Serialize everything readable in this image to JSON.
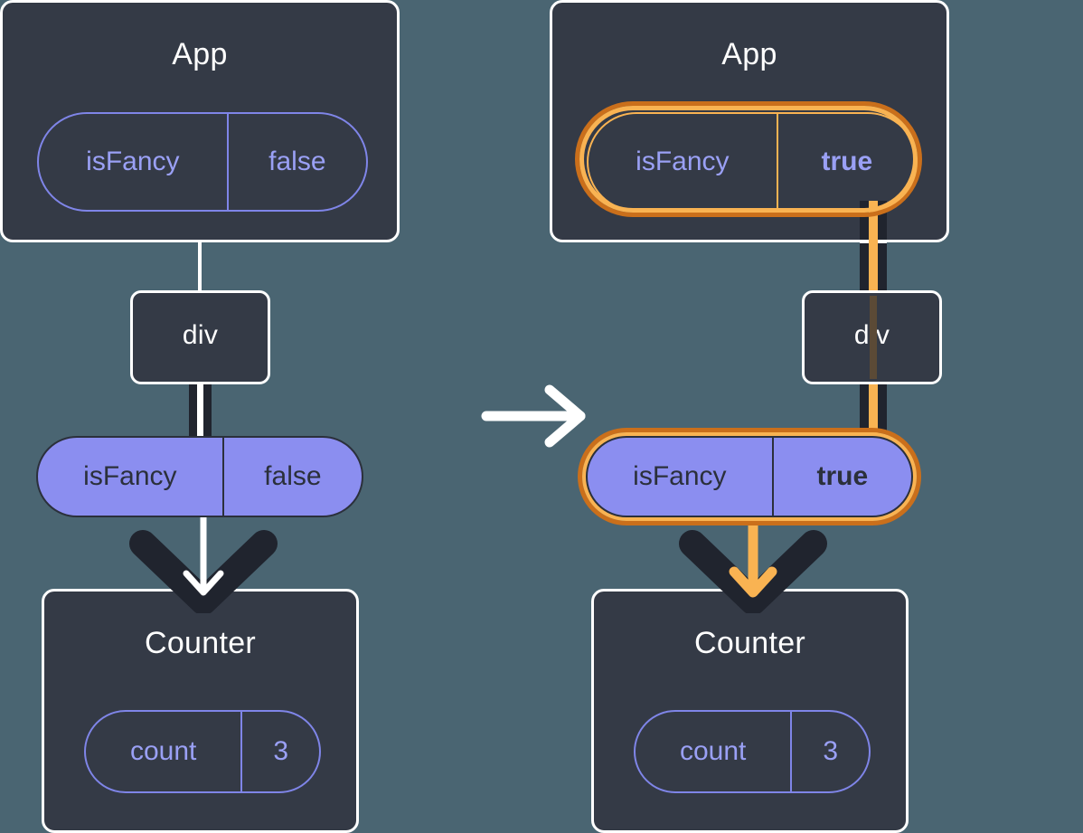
{
  "diagram": {
    "type": "react-state-propagation",
    "background_color": "#4a6572",
    "transition_icon": "right-arrow-icon",
    "colors": {
      "box_fill": "#343a46",
      "box_border": "#ffffff",
      "state_pill_border": "#7f85e8",
      "state_pill_text": "#9aa0f5",
      "prop_pill_fill": "#8b8ef0",
      "prop_pill_text": "#2b303b",
      "highlight_outer": "#ca6f1b",
      "highlight_inner": "#f9b352",
      "sparkle": "#f9b352",
      "connector_dark": "#20242e",
      "connector_light": "#ffffff"
    }
  },
  "panels": [
    {
      "id": "before",
      "highlighted": false,
      "app": {
        "title": "App",
        "state": {
          "key": "isFancy",
          "value": "false",
          "bold_value": false,
          "highlighted": false
        }
      },
      "div": {
        "title": "div"
      },
      "prop": {
        "key": "isFancy",
        "value": "false",
        "bold_value": false,
        "highlighted": false
      },
      "counter": {
        "title": "Counter",
        "state": {
          "key": "count",
          "value": "3",
          "bold_value": false,
          "highlighted": false
        }
      },
      "arrow_color": "#ffffff",
      "sparkles": false
    },
    {
      "id": "after",
      "highlighted": true,
      "app": {
        "title": "App",
        "state": {
          "key": "isFancy",
          "value": "true",
          "bold_value": true,
          "highlighted": true
        }
      },
      "div": {
        "title": "div"
      },
      "prop": {
        "key": "isFancy",
        "value": "true",
        "bold_value": true,
        "highlighted": true
      },
      "counter": {
        "title": "Counter",
        "state": {
          "key": "count",
          "value": "3",
          "bold_value": false,
          "highlighted": false
        }
      },
      "arrow_color": "#f9b352",
      "sparkles": true
    }
  ]
}
